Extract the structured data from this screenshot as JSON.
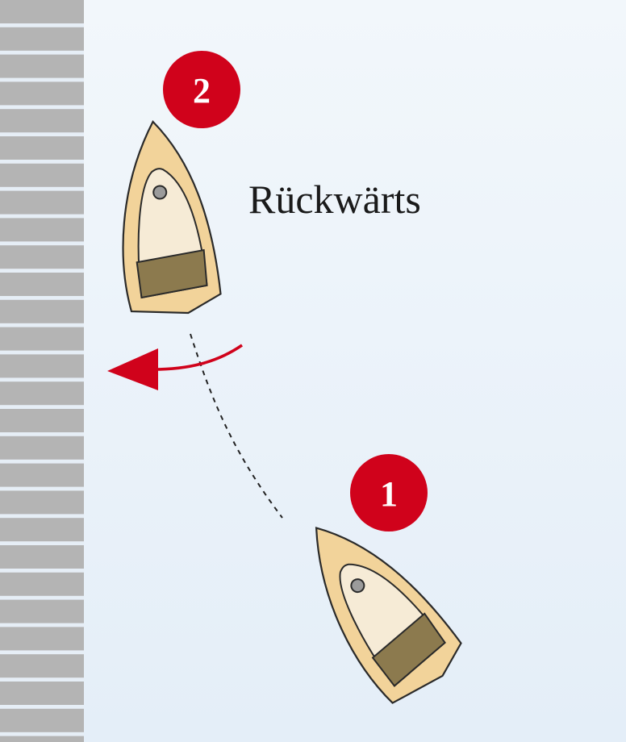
{
  "maneuver_label": "Rückwärts",
  "steps": [
    {
      "number": "1"
    },
    {
      "number": "2"
    }
  ],
  "colors": {
    "water_top": "#f2f7fb",
    "water_bottom": "#e4eef8",
    "pier_plank": "#b4b4b4",
    "pier_gap": "#e6eef6",
    "hull": "#f2d39a",
    "deck": "#f6ebd6",
    "cockpit": "#8c7a4e",
    "marker": "#d0021b",
    "arrow": "#d0021b",
    "path_line": "#222222"
  },
  "icons": {
    "boat": "boat-top-view-icon",
    "rudder_arrow": "curved-arrow-left-icon"
  }
}
